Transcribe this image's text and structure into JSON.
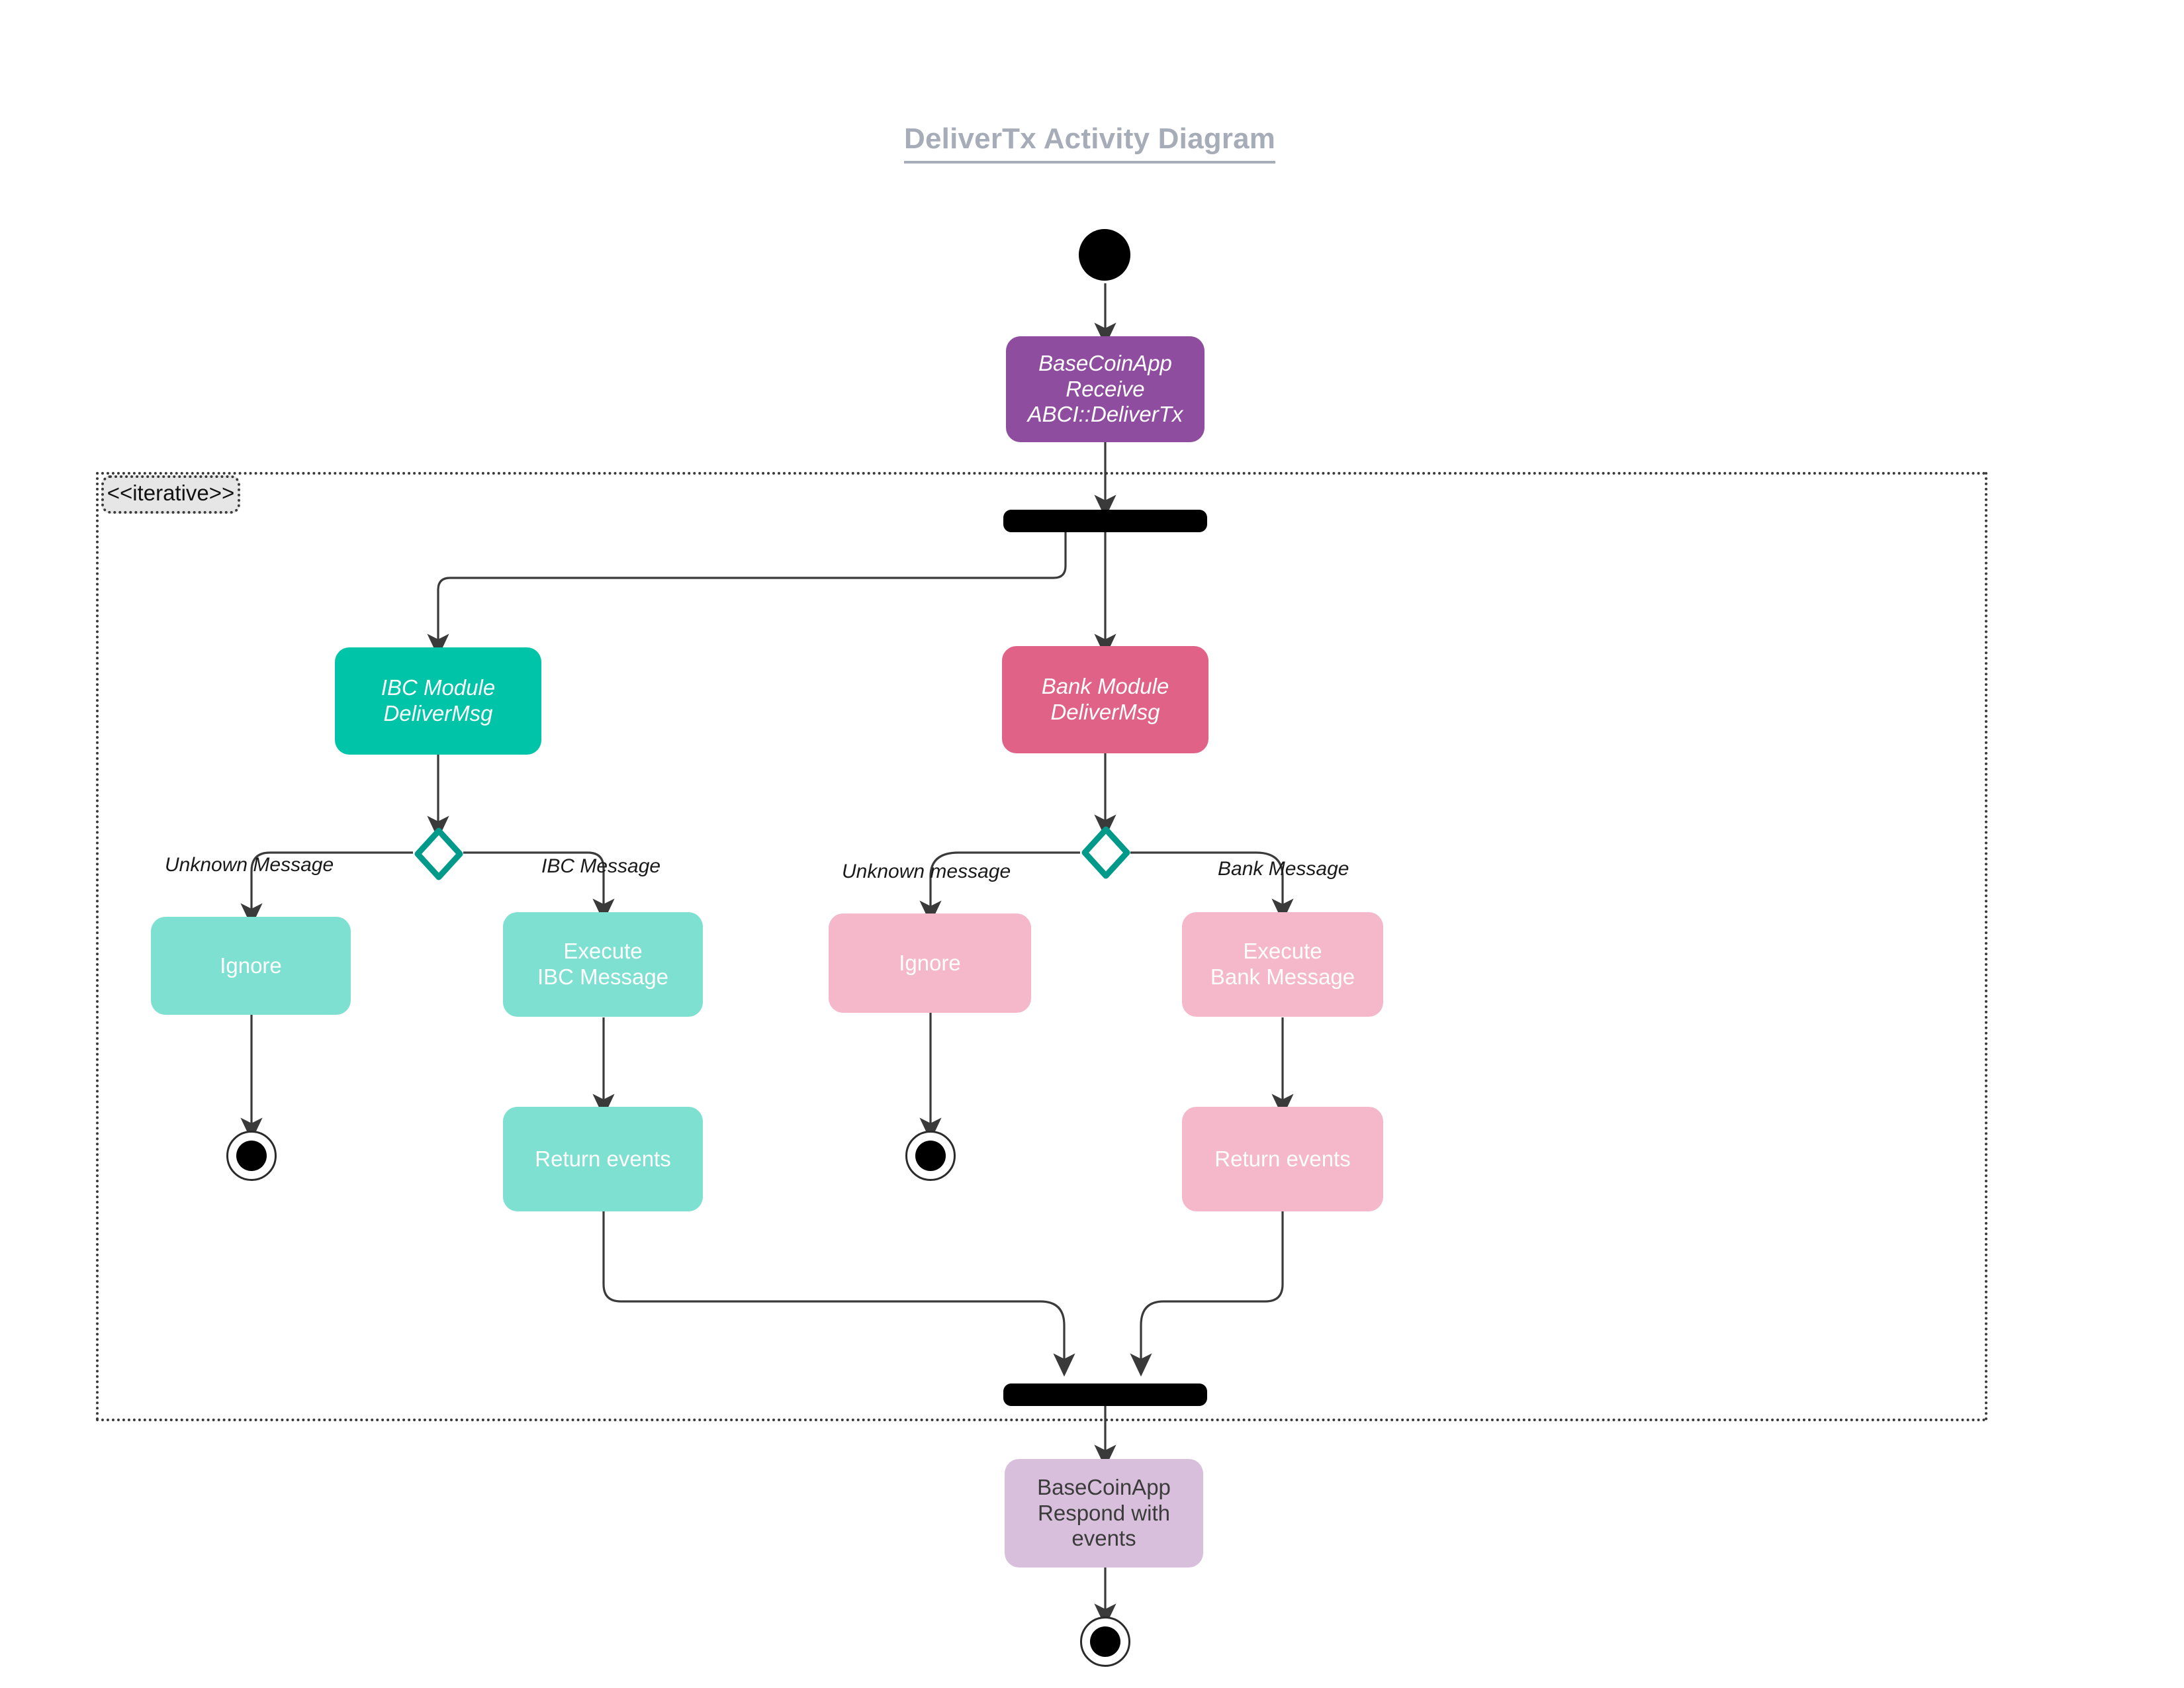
{
  "diagram": {
    "title": "DeliverTx Activity Diagram",
    "frame_label": "<<iterative>>",
    "colors": {
      "title": "#a6acb8",
      "basecoinapp_receive": "#8e4d9e",
      "ibc_module": "#00c4a7",
      "bank_module": "#e06287",
      "ibc_light": "#7ee0d0",
      "bank_light": "#f5b8cb",
      "respond": "#d8c0dc",
      "decision_stroke": "#00998a",
      "edge": "#3a3a3a",
      "background": "#ffffff"
    },
    "nodes": {
      "start": "start-node",
      "receive": "BaseCoinApp\nReceive\nABCI::DeliverTx",
      "fork": "fork-bar",
      "ibc_module": "IBC Module\nDeliverMsg",
      "bank_module": "Bank Module\nDeliverMsg",
      "ibc_decision": "decision-diamond",
      "bank_decision": "decision-diamond",
      "ibc_ignore": "Ignore",
      "ibc_execute": "Execute\nIBC Message",
      "ibc_return": "Return events",
      "bank_ignore": "Ignore",
      "bank_execute": "Execute\nBank Message",
      "bank_return": "Return events",
      "join": "join-bar",
      "respond": "BaseCoinApp\nRespond with\nevents",
      "ibc_end": "final-node",
      "bank_end": "final-node",
      "final_end": "final-node"
    },
    "edge_labels": {
      "ibc_unknown": "Unknown Message",
      "ibc_message": "IBC Message",
      "bank_unknown": "Unknown message",
      "bank_message": "Bank Message"
    }
  }
}
